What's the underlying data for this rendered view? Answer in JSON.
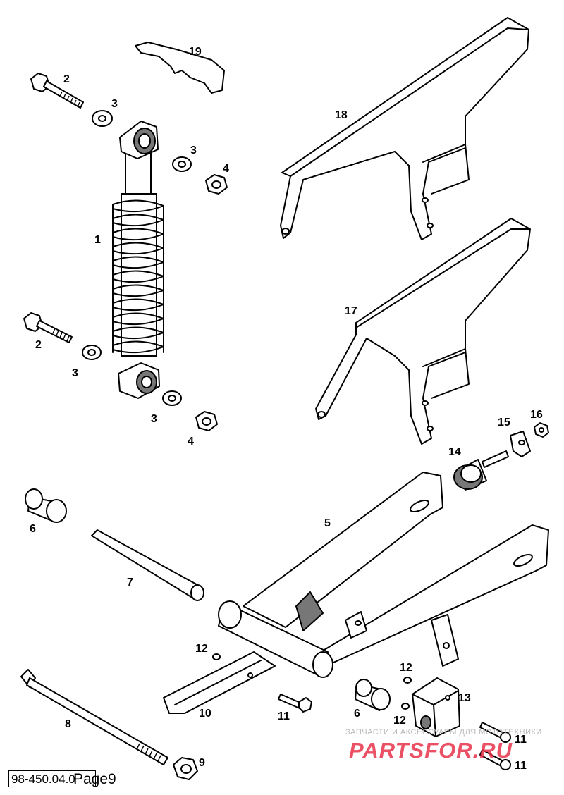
{
  "diagram": {
    "callouts": [
      {
        "id": "19",
        "label": "19"
      },
      {
        "id": "2a",
        "label": "2"
      },
      {
        "id": "3a",
        "label": "3"
      },
      {
        "id": "3b",
        "label": "3"
      },
      {
        "id": "4a",
        "label": "4"
      },
      {
        "id": "18",
        "label": "18"
      },
      {
        "id": "1",
        "label": "1"
      },
      {
        "id": "17",
        "label": "17"
      },
      {
        "id": "2b",
        "label": "2"
      },
      {
        "id": "3c",
        "label": "3"
      },
      {
        "id": "3d",
        "label": "3"
      },
      {
        "id": "4b",
        "label": "4"
      },
      {
        "id": "15",
        "label": "15"
      },
      {
        "id": "16",
        "label": "16"
      },
      {
        "id": "14",
        "label": "14"
      },
      {
        "id": "6a",
        "label": "6"
      },
      {
        "id": "5",
        "label": "5"
      },
      {
        "id": "7",
        "label": "7"
      },
      {
        "id": "12a",
        "label": "12"
      },
      {
        "id": "12b",
        "label": "12"
      },
      {
        "id": "13",
        "label": "13"
      },
      {
        "id": "6b",
        "label": "6"
      },
      {
        "id": "12c",
        "label": "12"
      },
      {
        "id": "10",
        "label": "10"
      },
      {
        "id": "11a",
        "label": "11"
      },
      {
        "id": "8",
        "label": "8"
      },
      {
        "id": "11b",
        "label": "11"
      },
      {
        "id": "9",
        "label": "9"
      },
      {
        "id": "11c",
        "label": "11"
      }
    ]
  },
  "footer": {
    "doc_code": "98-450.04.0",
    "page_label": "Page9"
  },
  "watermark": {
    "tagline": "ЗАПЧАСТИ И АКСЕССУАРЫ ДЛЯ МОТОТЕХНИКИ",
    "logo_text": "PARTSFOR.RU",
    "color": "#e8334a"
  }
}
